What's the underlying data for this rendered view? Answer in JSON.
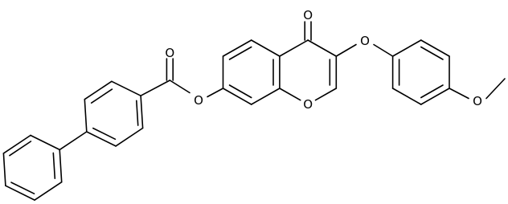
{
  "atom_labels": {
    "carbonyl_oxygen_ester": "O",
    "ester_oxygen": "O",
    "ketone_oxygen": "O",
    "ring_oxygen": "O",
    "ether_oxygen": "O",
    "methoxy_oxygen": "O"
  },
  "colors": {
    "bond": "#000000",
    "label": "#000000",
    "background": "#ffffff"
  }
}
